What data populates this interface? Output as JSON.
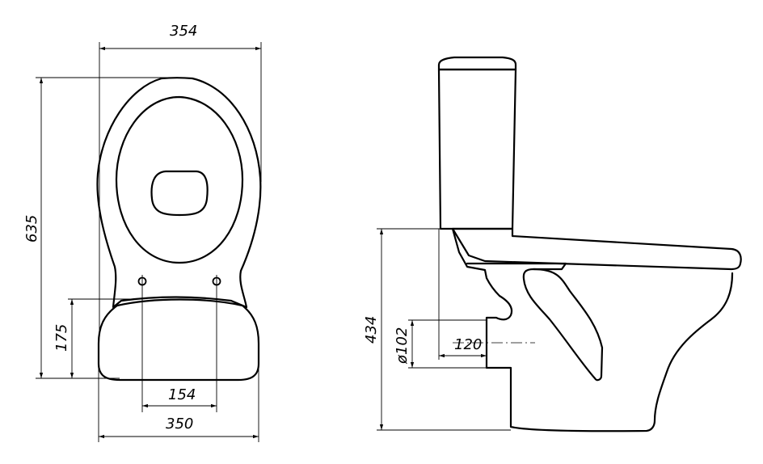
{
  "dimensions": {
    "width_top": "354",
    "height_total": "635",
    "height_base": "175",
    "bolt_spacing": "154",
    "width_base": "350",
    "height_side": "434",
    "outlet_diameter": "ø102",
    "outlet_offset": "120"
  }
}
